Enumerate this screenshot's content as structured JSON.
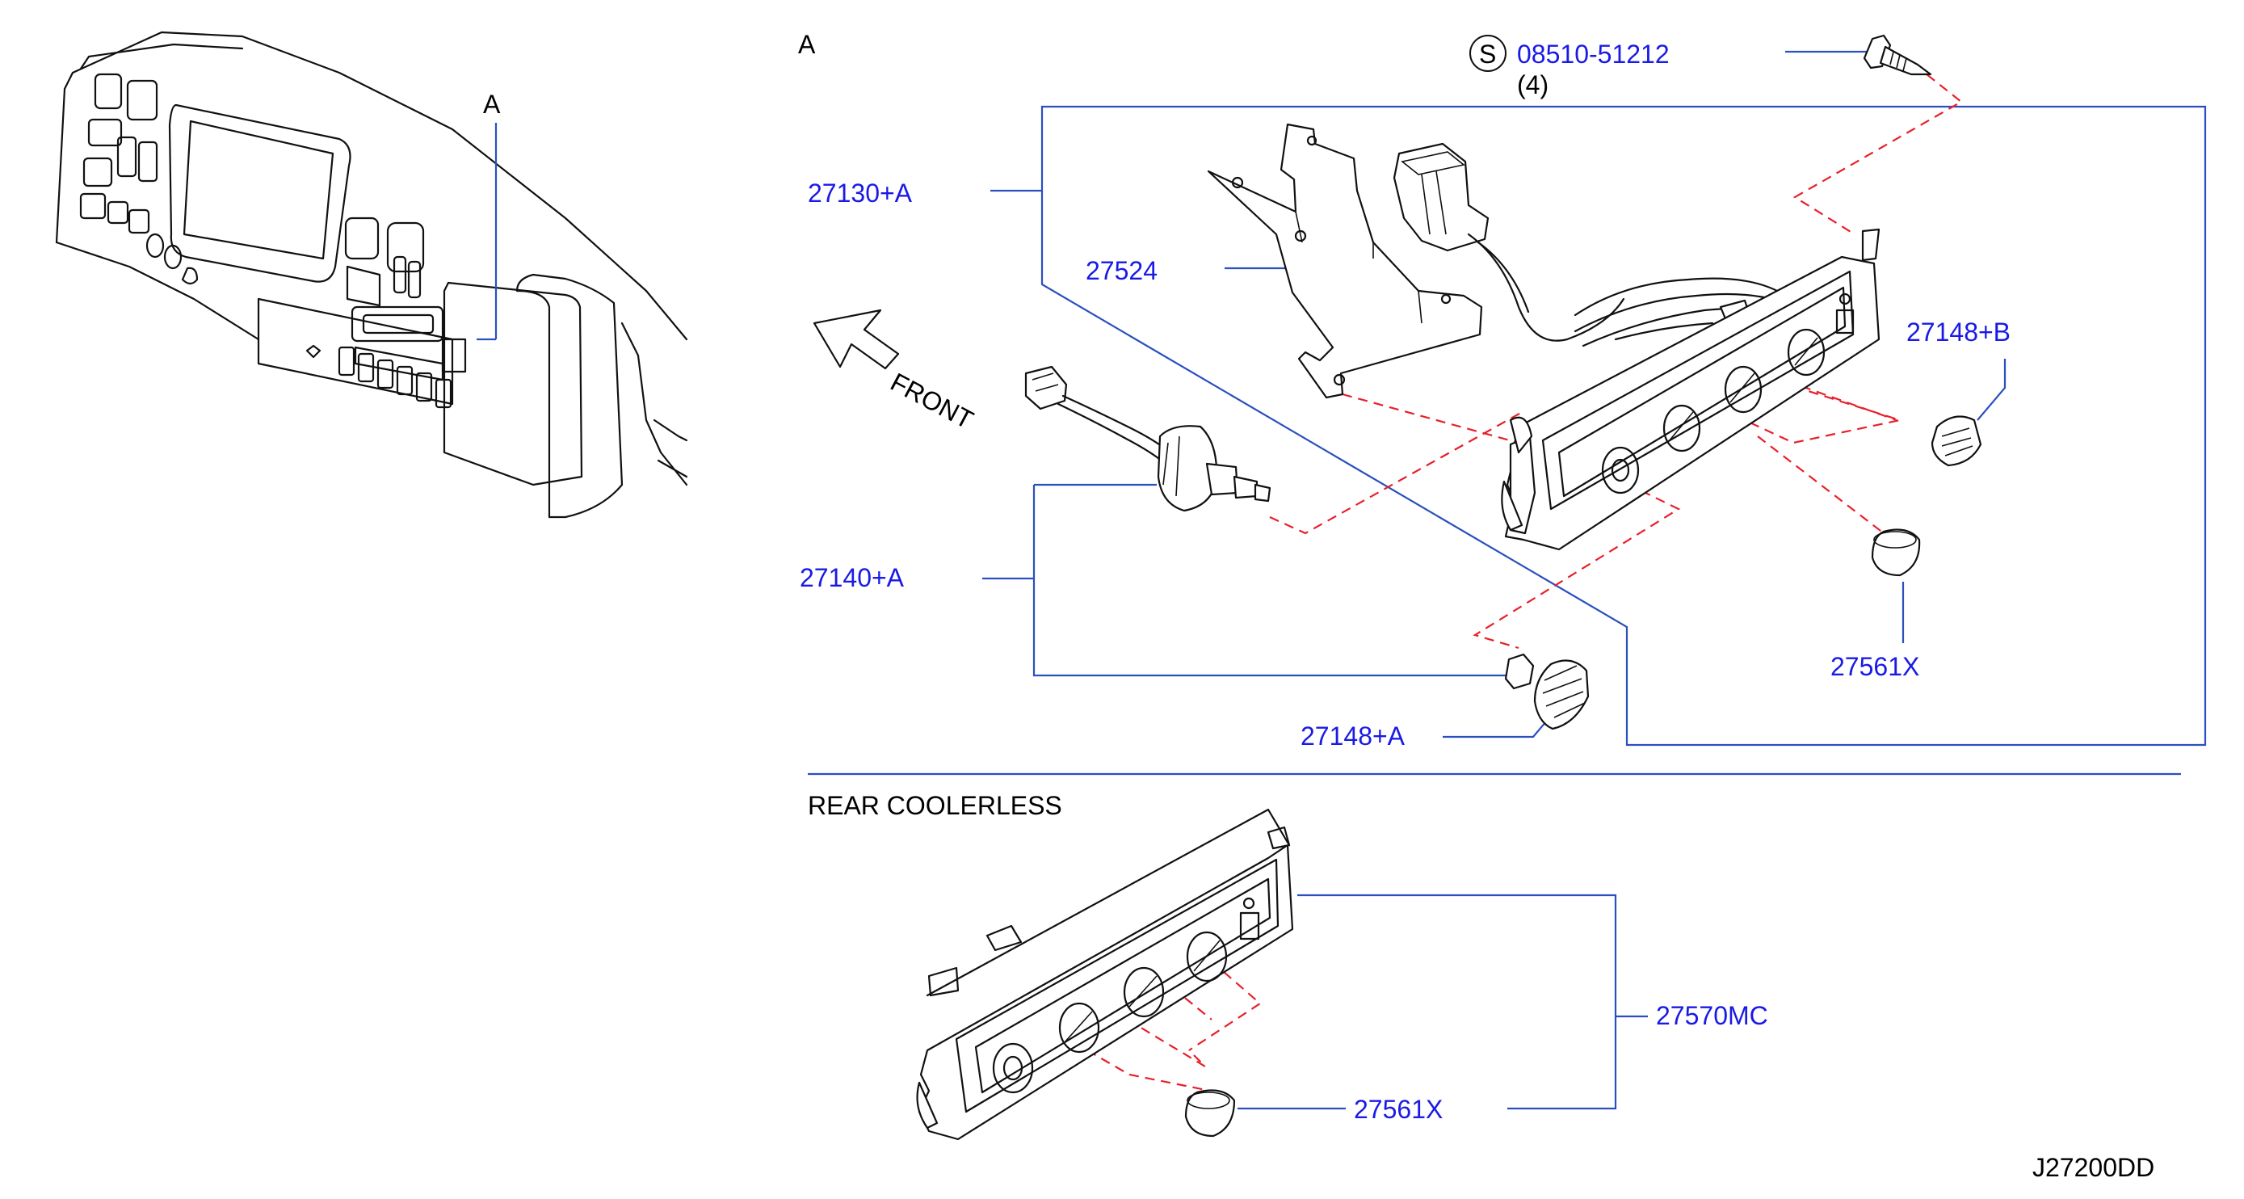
{
  "view_labels": {
    "detail_marker": "A",
    "detail_title": "A",
    "front_arrow": "FRONT",
    "rear_section_title": "REAR   COOLERLESS",
    "drawing_number": "J27200DD"
  },
  "standard_part": {
    "symbol": "S",
    "part_number": "08510-51212",
    "quantity": "(4)"
  },
  "parts": {
    "p27130A": "27130+A",
    "p27524": "27524",
    "p27148B": "27148+B",
    "p27140A": "27140+A",
    "p27561X_upper": "27561X",
    "p27148A": "27148+A",
    "p27570MC": "27570MC",
    "p27561X_lower": "27561X"
  },
  "colors": {
    "part_label": "#1a1ae6",
    "leader_line": "#2a4fbf",
    "dashed_guide": "#e8202a",
    "linework": "#111111"
  }
}
